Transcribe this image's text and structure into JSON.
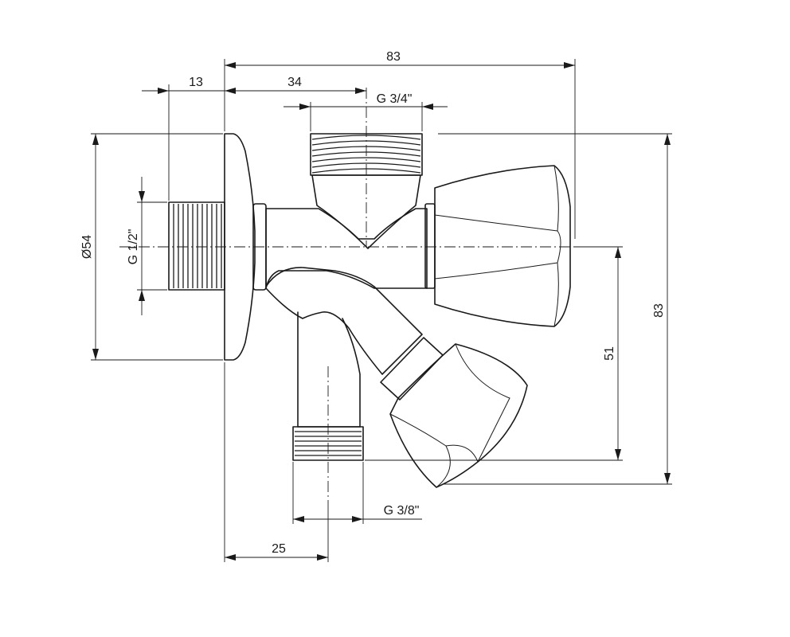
{
  "colors": {
    "line": "#1a1a1a",
    "background": "#ffffff"
  },
  "dimensions": {
    "total_width": "83",
    "flange_thickness": "13",
    "top_outlet_offset": "34",
    "top_thread": "G 3/4\"",
    "flange_diameter": "Ø54",
    "inlet_thread": "G 1/2\"",
    "outlet_height": "51",
    "total_height": "83",
    "bottom_thread": "G 3/8\"",
    "bottom_outlet_offset": "25"
  }
}
